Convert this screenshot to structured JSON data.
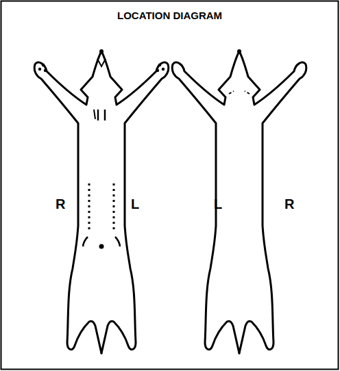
{
  "diagram": {
    "title": "LOCATION DIAGRAM",
    "labels": [
      "R",
      "L",
      "L",
      "R"
    ]
  }
}
